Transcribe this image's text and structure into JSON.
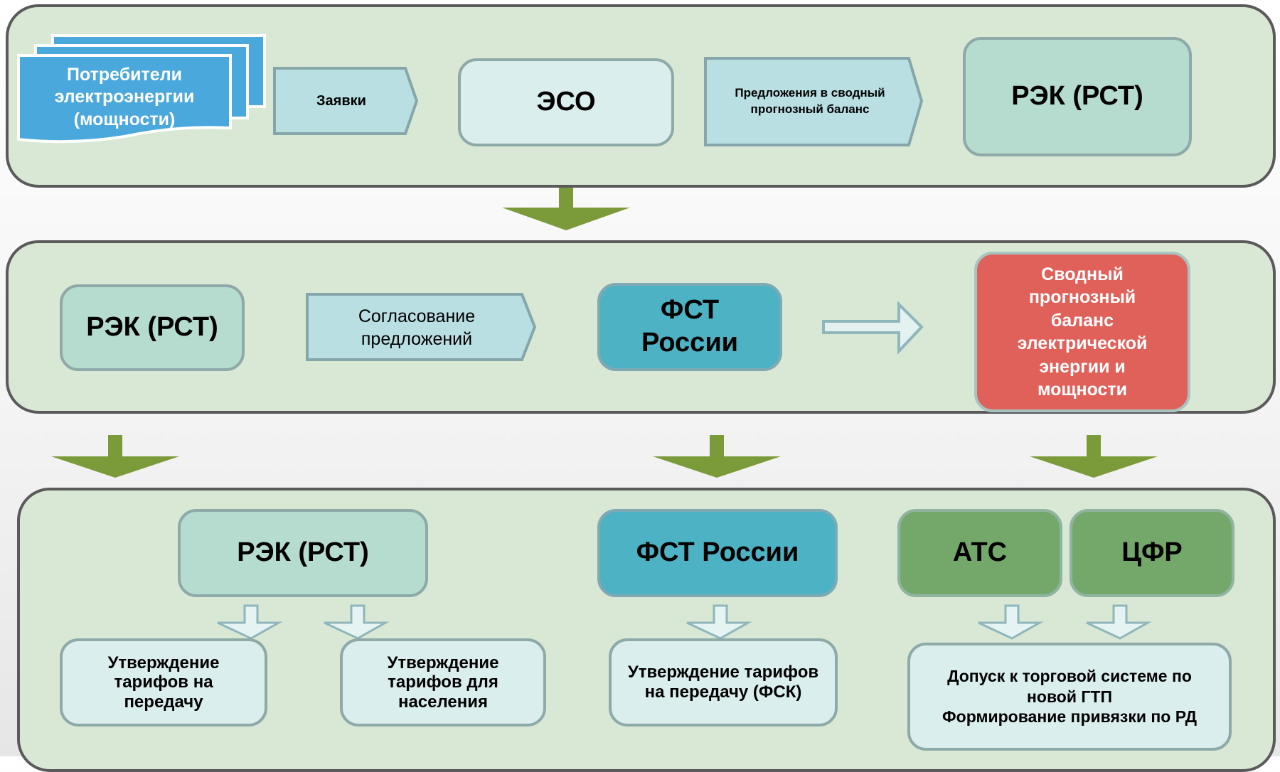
{
  "colors": {
    "panel_bg": "#d9e8d5",
    "panel_border": "#5a5a5a",
    "consumers_blue": "#4aa8dc",
    "arrow_green": "#7b9a3a",
    "chevron_fill": "#b9dfe2",
    "teal": "#4cb2c4",
    "green": "#74a86a",
    "red": "#e0605a",
    "mint": "#b6dccf",
    "light": "#dbeeee"
  },
  "row1": {
    "consumers": "Потребители электроэнергии (мощности)",
    "requests": "Заявки",
    "eso": "ЭСО",
    "proposals": "Предложения в сводный прогнозный баланс",
    "rek": "РЭК (РСТ)"
  },
  "row2": {
    "rek": "РЭК (РСТ)",
    "agreement": "Согласование предложений",
    "fst": "ФСТ России",
    "balance": "Сводный прогнозный баланс электрической энергии и мощности"
  },
  "row3": {
    "rek": "РЭК (РСТ)",
    "fst": "ФСТ России",
    "ats": "АТС",
    "cfr": "ЦФР",
    "tariff_transfer": "Утверждение тарифов на передачу",
    "tariff_population": "Утверждение тарифов для населения",
    "tariff_fsk": "Утверждение тарифов на передачу (ФСК)",
    "trading_access": "Допуск к торговой системе по новой ГТП",
    "rd_binding": "Формирование привязки по РД"
  }
}
